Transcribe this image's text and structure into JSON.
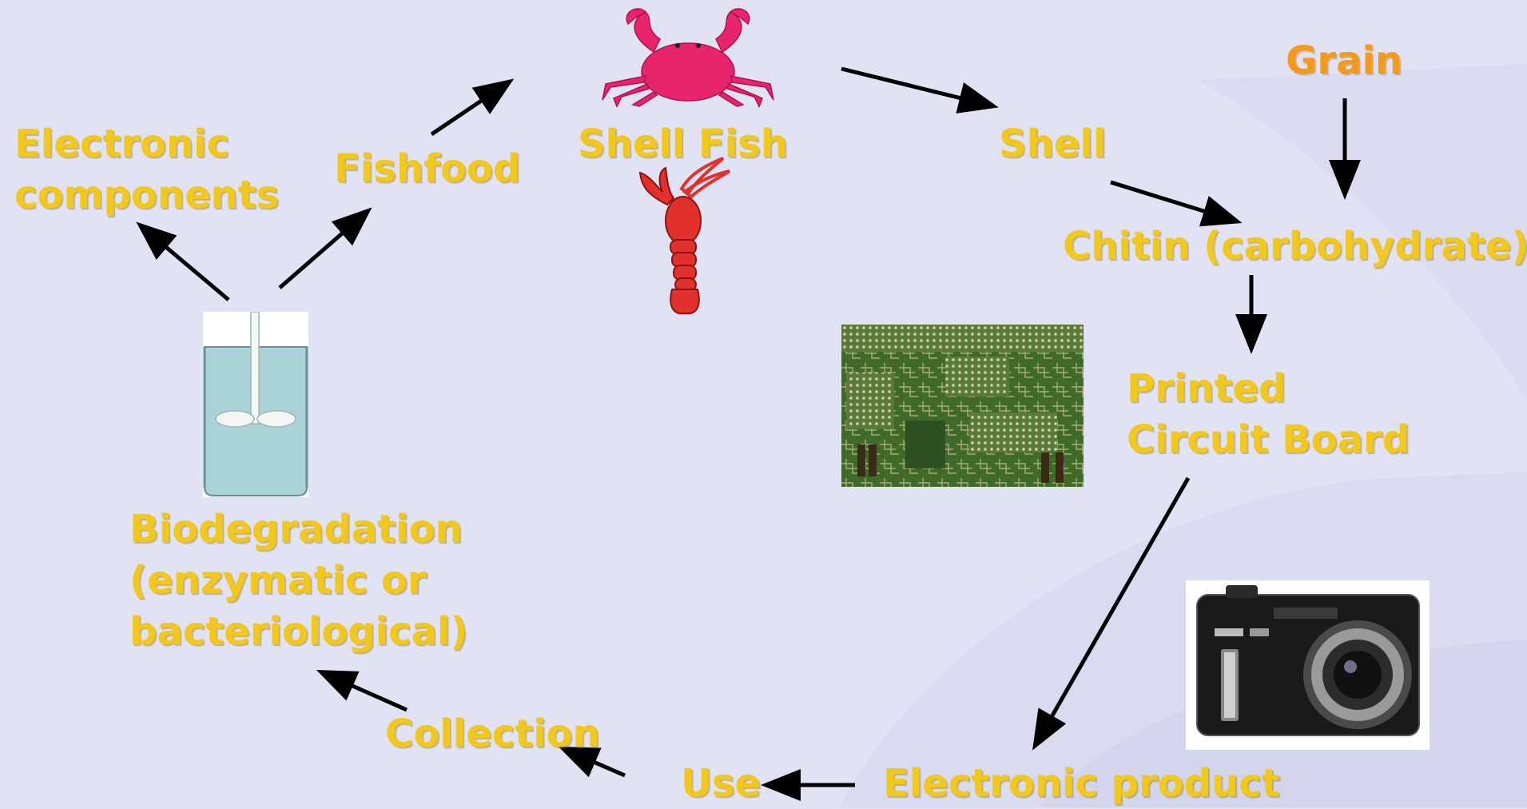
{
  "labels": {
    "electronic_components": [
      "Electronic",
      "components"
    ],
    "fishfood": "Fishfood",
    "shell_fish": "Shell Fish",
    "shell": "Shell",
    "grain": "Grain",
    "chitin": "Chitin (carbohydrate)",
    "pcb": [
      "Printed",
      "Circuit Board"
    ],
    "biodegradation": [
      "Biodegradation",
      "(enzymatic or",
      "bacteriological)"
    ],
    "collection": "Collection",
    "use": "Use",
    "electronic_product": "Electronic product"
  },
  "images": {
    "crab": "crab-icon",
    "lobster": "lobster-icon",
    "bioreactor": "bioreactor-icon",
    "circuit_board": "circuit-board-image",
    "camera": "camera-image"
  },
  "colors": {
    "label": "#f3c81c",
    "grain_label": "#f39a1c",
    "background": "#e1e2f3",
    "arrow": "#000000",
    "crab": "#e8246a",
    "lobster": "#e2302c"
  }
}
